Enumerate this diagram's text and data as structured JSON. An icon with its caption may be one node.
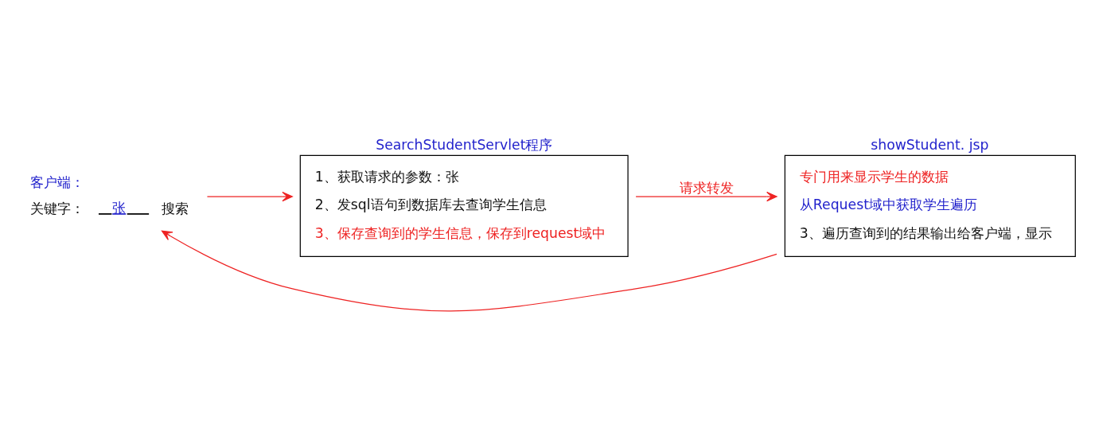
{
  "diagram": {
    "nodes": [
      {
        "text": [
          "客户端：",
          "关键字：",
          "张",
          "搜索"
        ]
      },
      {
        "text": [
          "SearchStudentServlet程序",
          "1、获取请求的参数：张",
          "2、发sql语句到数据库去查询学生信息",
          "3、保存查询到的学生信息，保存到request域中"
        ]
      },
      {
        "text": [
          "showStudent. jsp",
          "专门用来显示学生的数据",
          "从Request域中获取学生遍历",
          "3、遍历查询到的结果输出给客户端，显示"
        ]
      }
    ],
    "edges": [
      {
        "from": 0,
        "to": 1,
        "arrow": "to"
      },
      {
        "from": 1,
        "to": 2,
        "arrow": "to",
        "label": "请求转发"
      },
      {
        "from": 2,
        "to": 0,
        "arrow": "to"
      }
    ]
  }
}
